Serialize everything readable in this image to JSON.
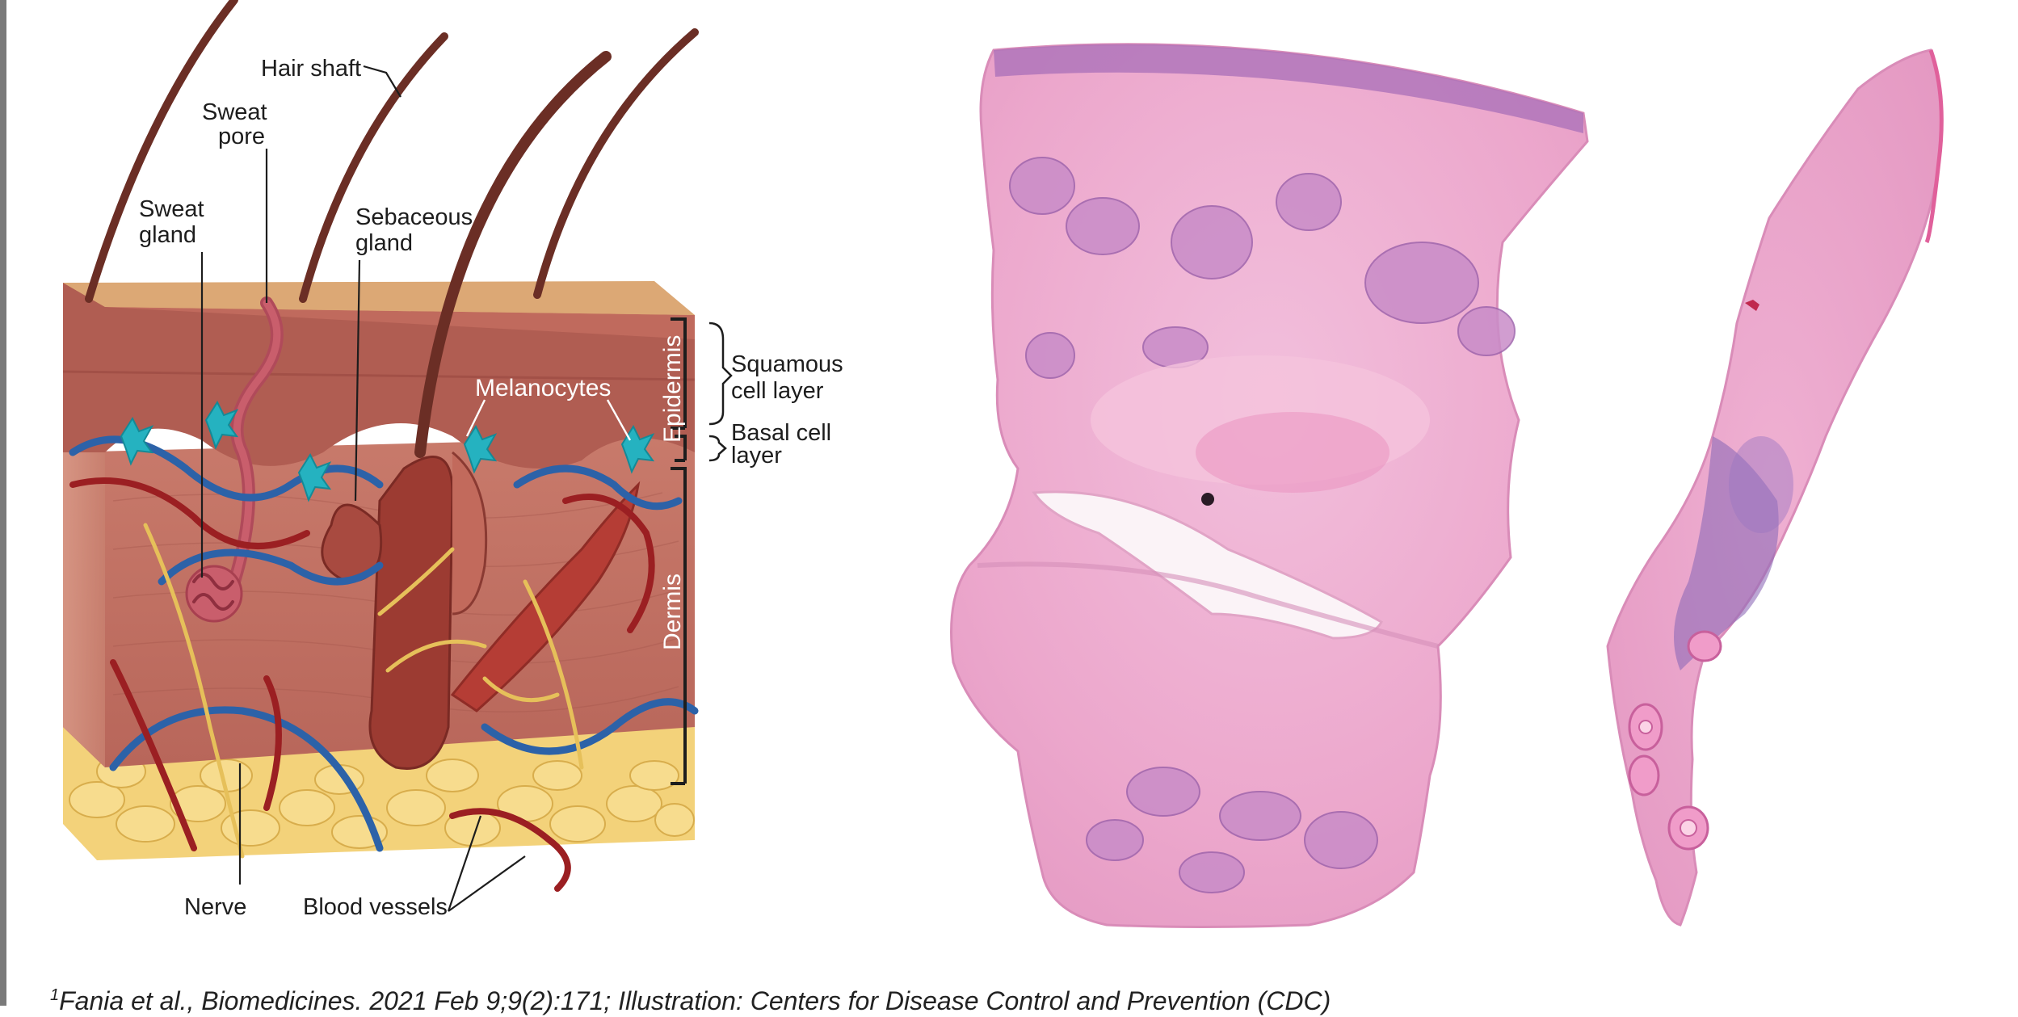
{
  "skin_diagram": {
    "labels": {
      "hair_shaft": "Hair shaft",
      "sweat_pore": [
        "Sweat",
        "pore"
      ],
      "sweat_gland": [
        "Sweat",
        "gland"
      ],
      "sebaceous_gland": [
        "Sebaceous",
        "gland"
      ],
      "melanocytes": "Melanocytes",
      "squamous_cell_layer": [
        "Squamous",
        "cell layer"
      ],
      "basal_cell_layer": [
        "Basal cell",
        "layer"
      ],
      "epidermis": "Epidermis",
      "dermis": "Dermis",
      "nerve": "Nerve",
      "blood_vessels": "Blood vessels"
    }
  },
  "histology": {
    "stain_colors": {
      "eosin_pink": "#f0a9cf",
      "hematoxylin_purple": "#8e6bb8"
    }
  },
  "footnote": {
    "marker": "1",
    "text": "Fania et al., Biomedicines. 2021 Feb 9;9(2):171; Illustration: Centers for Disease Control and Prevention (CDC)"
  }
}
